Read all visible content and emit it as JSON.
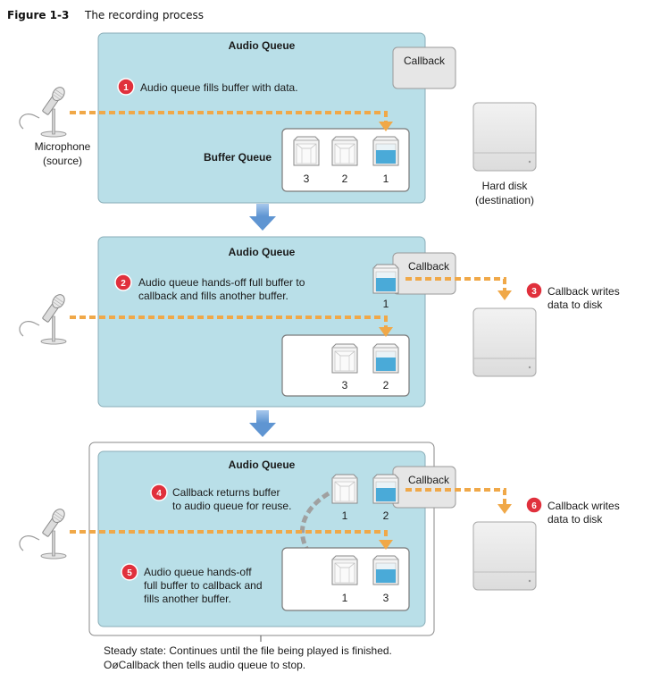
{
  "figure": {
    "label": "Figure 1-3",
    "title": "The recording process"
  },
  "panel1": {
    "audio_queue_label": "Audio Queue",
    "callback_label": "Callback",
    "step_number": "1",
    "step_text": "Audio queue fills buffer with data.",
    "buffer_queue_label": "Buffer Queue",
    "buffer_numbers": [
      "3",
      "2",
      "1"
    ],
    "microphone_label_line1": "Microphone",
    "microphone_label_line2": "(source)",
    "hard_disk_label_line1": "Hard disk",
    "hard_disk_label_line2": "(destination)"
  },
  "panel2": {
    "audio_queue_label": "Audio Queue",
    "callback_label": "Callback",
    "step_number": "2",
    "step_text_line1": "Audio queue hands-off full buffer to",
    "step_text_line2": "callback and fills another buffer.",
    "callback_buffer_number": "1",
    "buffer_numbers": [
      "3",
      "2"
    ],
    "disk_step_number": "3",
    "disk_step_line1": "Callback writes",
    "disk_step_line2": "data to disk"
  },
  "panel3": {
    "audio_queue_label": "Audio Queue",
    "callback_label": "Callback",
    "step4_number": "4",
    "step4_line1": "Callback returns buffer",
    "step4_line2": "to audio queue for reuse.",
    "callback_buffer_numbers": [
      "1",
      "2"
    ],
    "step5_number": "5",
    "step5_line1": "Audio queue hands-off",
    "step5_line2": "full buffer to callback and",
    "step5_line3": "fills another buffer.",
    "buffer_numbers": [
      "1",
      "3"
    ],
    "disk_step_number": "6",
    "disk_step_line1": "Callback writes",
    "disk_step_line2": "data to disk",
    "note_line1": "Steady state: Continues until the file being played is finished.",
    "note_line2": "OøCallback then tells audio queue to stop."
  },
  "colors": {
    "audio_queue_fill": "#b9dfe8",
    "dashed_flow": "#f0a848",
    "badge": "#e0303c",
    "water": "#4aaad8",
    "down_arrow": "#6fa2d8"
  }
}
